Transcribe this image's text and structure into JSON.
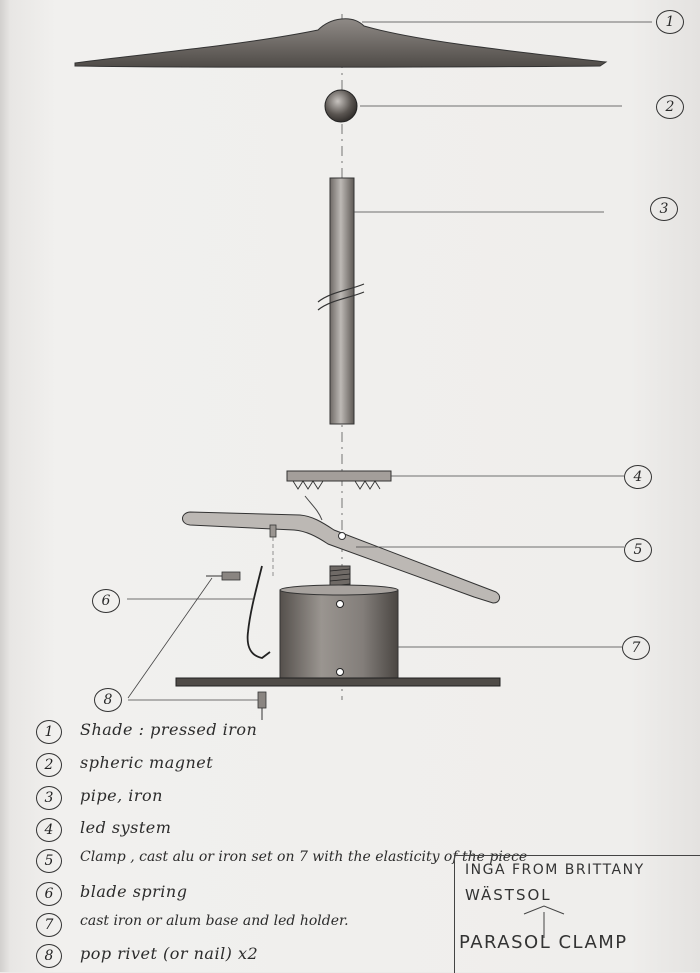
{
  "callouts": [
    "1",
    "2",
    "3",
    "4",
    "5",
    "6",
    "7",
    "8"
  ],
  "legend": [
    {
      "num": "1",
      "text": "Shade : pressed iron"
    },
    {
      "num": "2",
      "text": "spheric magnet"
    },
    {
      "num": "3",
      "text": "pipe, iron"
    },
    {
      "num": "4",
      "text": "led system"
    },
    {
      "num": "5",
      "text": "Clamp , cast alu or iron set on 7 with the elasticity of the piece"
    },
    {
      "num": "6",
      "text": "blade spring"
    },
    {
      "num": "7",
      "text": "cast iron or alum base and led holder."
    },
    {
      "num": "8",
      "text": "pop rivet (or nail) x2"
    }
  ],
  "title_block": {
    "line1": "INGA FROM BRITTANY",
    "line2": "WÄSTSOL",
    "line3": "PARASOL CLAMP"
  }
}
